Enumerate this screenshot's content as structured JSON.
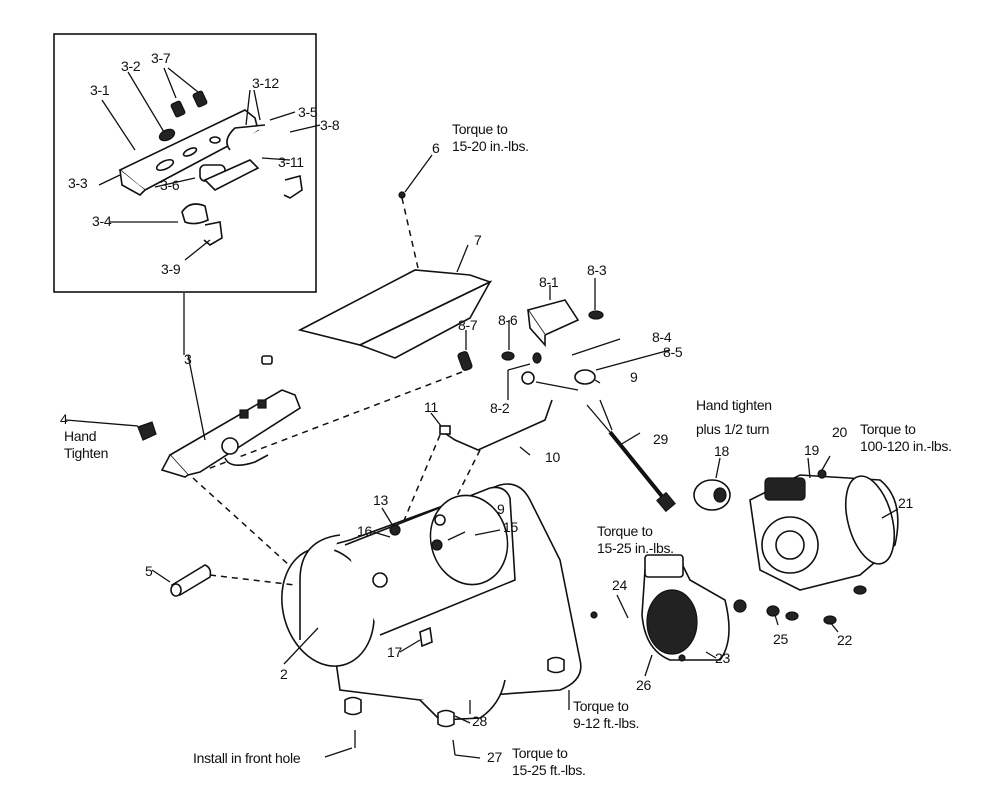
{
  "diagram": {
    "title": "Air compressor exploded parts view",
    "inset_labels": [
      "3-1",
      "3-2",
      "3-3",
      "3-4",
      "3-5",
      "3-6",
      "3-7",
      "3-8",
      "3-9",
      "3-11",
      "3-12"
    ],
    "part_labels": {
      "p2": "2",
      "p3": "3",
      "p4": "4",
      "p5": "5",
      "p6": "6",
      "p7": "7",
      "p8_1": "8-1",
      "p8_2": "8-2",
      "p8_3": "8-3",
      "p8_4": "8-4",
      "p8_5": "8-5",
      "p8_6": "8-6",
      "p8_7": "8-7",
      "p9a": "9",
      "p9b": "9",
      "p10": "10",
      "p11": "11",
      "p13": "13",
      "p15": "15",
      "p16": "16",
      "p17": "17",
      "p18": "18",
      "p19": "19",
      "p20": "20",
      "p21": "21",
      "p22": "22",
      "p23": "23",
      "p24": "24",
      "p25": "25",
      "p26": "26",
      "p27": "27",
      "p28": "28",
      "p29": "29"
    },
    "notes": {
      "torque_6": [
        "Torque to",
        "15-20 in.-lbs."
      ],
      "hand_tighten_4": [
        "Hand",
        "Tighten"
      ],
      "hand_tighten_18": [
        "Hand tighten",
        "plus 1/2 turn"
      ],
      "torque_20": [
        "Torque to",
        "100-120 in.-lbs."
      ],
      "torque_24": [
        "Torque to",
        "15-25 in.-lbs."
      ],
      "torque_26": [
        "Torque to",
        "9-12 ft.-lbs."
      ],
      "torque_27": [
        "Torque to",
        "15-25 ft.-lbs."
      ],
      "install_front": "Install in front hole"
    }
  }
}
